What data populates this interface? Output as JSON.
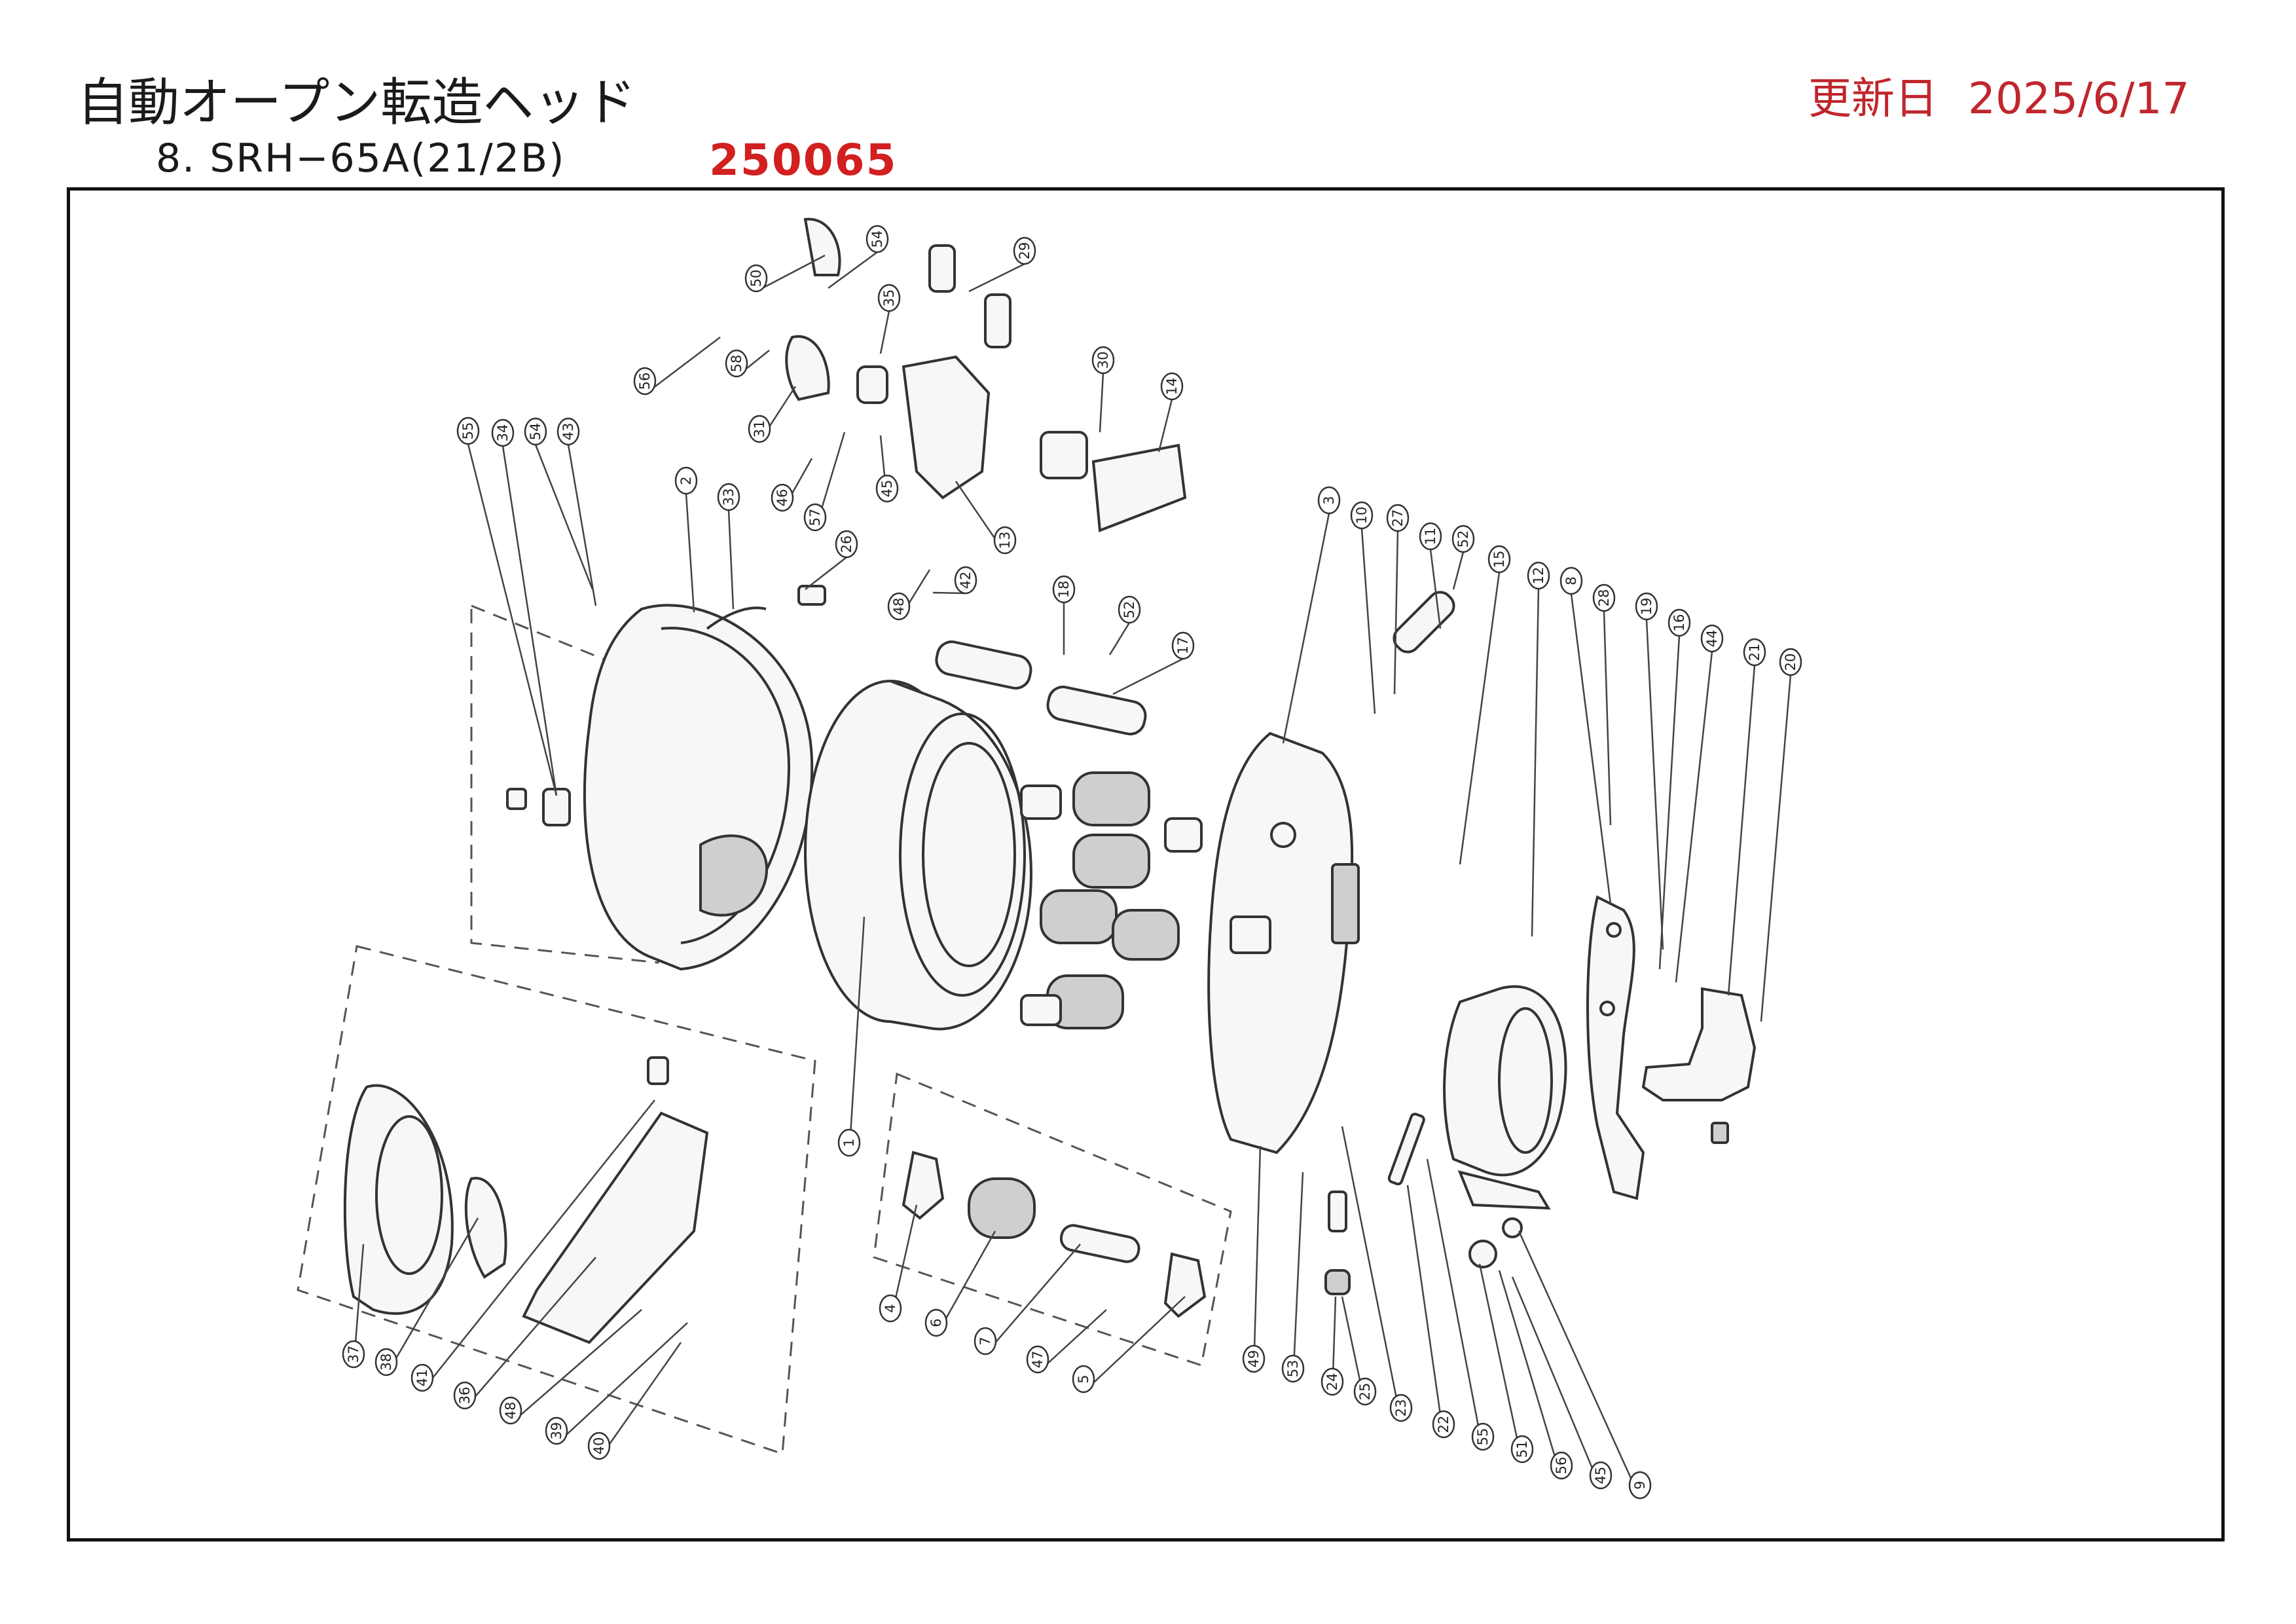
{
  "header": {
    "title": "自動オープン転造ヘッド",
    "subtitle": "8. SRH−65A(21/2B)",
    "code": "250065",
    "updated_label": "更新日",
    "updated_date": "2025/6/17"
  },
  "balloons": [
    "50",
    "54",
    "29",
    "56",
    "58",
    "35",
    "31",
    "46",
    "57",
    "45",
    "13",
    "30",
    "14",
    "55",
    "34",
    "54",
    "43",
    "2",
    "33",
    "26",
    "48",
    "42",
    "18",
    "52",
    "17",
    "3",
    "10",
    "27",
    "11",
    "52",
    "15",
    "12",
    "8",
    "28",
    "19",
    "16",
    "44",
    "21",
    "20",
    "1",
    "37",
    "38",
    "41",
    "36",
    "48",
    "39",
    "40",
    "4",
    "6",
    "7",
    "47",
    "5",
    "49",
    "53",
    "24",
    "25",
    "23",
    "22",
    "55",
    "51",
    "56",
    "45",
    "9"
  ],
  "colors": {
    "accent_red": "#d21f1f",
    "updated_red": "#c0262d",
    "line": "#333333"
  }
}
